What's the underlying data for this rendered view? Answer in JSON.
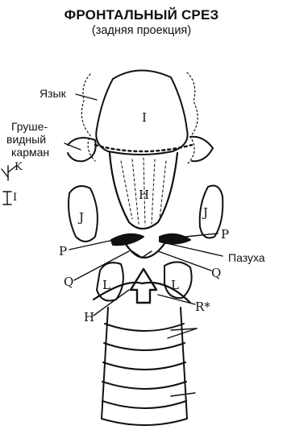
{
  "header": {
    "title": "ФРОНТАЛЬНЫЙ СРЕЗ",
    "subtitle": "(задняя проекция)"
  },
  "labels": {
    "tongue": "Язык",
    "piriform_line1": "Груше-",
    "piriform_line2": "видный",
    "piriform_line3": "карман",
    "sinus": "Пазуха"
  },
  "markers": {
    "I": "I",
    "H": "H",
    "J_left": "J",
    "J_right": "J",
    "P_left": "P",
    "P_right": "P",
    "Q_left": "Q",
    "Q_right": "Q",
    "L_left": "L",
    "L_right": "L",
    "R": "R*",
    "H_low": "H",
    "K": "K",
    "I_side": "I"
  }
}
